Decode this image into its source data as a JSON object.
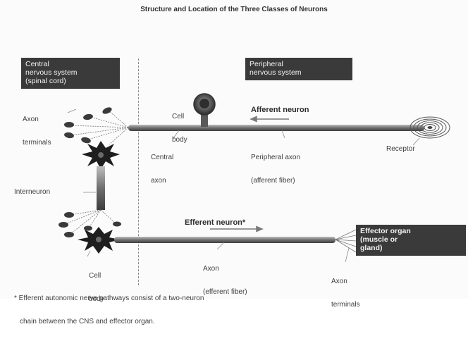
{
  "title": "Structure and Location of the Three Classes of Neurons",
  "regions": {
    "cns": [
      "Central",
      "nervous system",
      "(spinal cord)"
    ],
    "pns": [
      "Peripheral",
      "nervous system"
    ]
  },
  "afferent": {
    "name": "Afferent neuron",
    "cell_body": [
      "Cell",
      "body"
    ],
    "central_axon": [
      "Central",
      "axon"
    ],
    "peripheral_axon": [
      "Peripheral axon",
      "(afferent fiber)"
    ],
    "receptor": "Receptor",
    "axon_terminals": [
      "Axon",
      "terminals"
    ]
  },
  "interneuron": "Interneuron",
  "efferent": {
    "name": "Efferent neuron*",
    "axon": [
      "Axon",
      "(efferent fiber)"
    ],
    "cell_body": [
      "Cell",
      "body"
    ],
    "axon_terminals": [
      "Axon",
      "terminals"
    ],
    "effector": [
      "Effector organ",
      "(muscle or",
      "gland)"
    ]
  },
  "footnote": [
    "* Efferent autonomic nerve pathways consist of a two-neuron",
    "chain between the CNS and effector organ."
  ]
}
